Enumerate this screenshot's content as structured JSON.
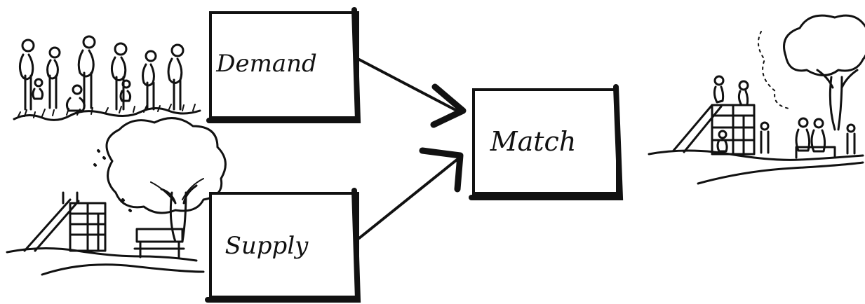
{
  "diagram": {
    "boxes": {
      "demand": "Demand",
      "supply": "Supply",
      "match": "Match"
    },
    "edges": [
      {
        "from": "demand",
        "to": "match"
      },
      {
        "from": "supply",
        "to": "match"
      }
    ],
    "illustrations": {
      "demand": "crowd-of-people",
      "supply": "playground-with-tree-and-bench",
      "match": "people-using-playground-under-tree"
    },
    "ink_color": "#111111"
  }
}
